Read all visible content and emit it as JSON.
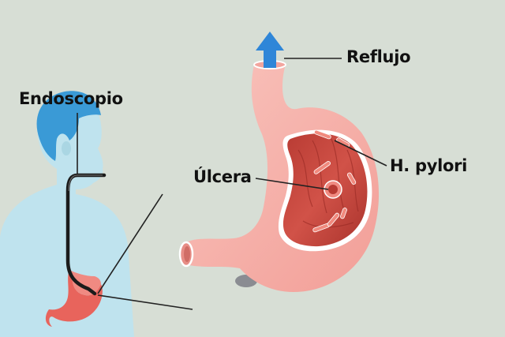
{
  "labels": {
    "endoscopio": "Endoscopio",
    "reflujo": "Reflujo",
    "ulcera": "Úlcera",
    "h_pylori": "H. pylori"
  },
  "colors": {
    "background": "#d7ded5",
    "body_silhouette": "#bfe3ee",
    "hair": "#3a9ad6",
    "stomach_outer": "#f6b7b1",
    "stomach_inner": "#c94a40",
    "stomach_lining": "#e07d75",
    "reflux_arrow": "#2f86d8",
    "endoscope": "#1b1b1b",
    "small_stomach": "#e8645c",
    "bacteria": "#e66b5e"
  },
  "icons": {
    "reflux": "arrow-up-icon"
  }
}
